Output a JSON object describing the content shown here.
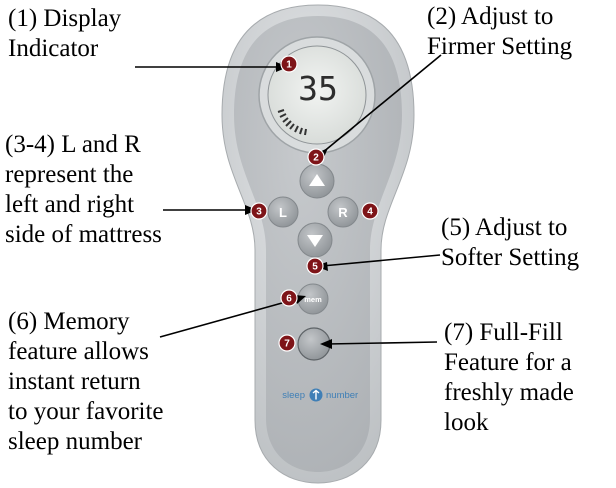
{
  "labels": [
    {
      "id": "1",
      "text": "(1) Display\nIndicator"
    },
    {
      "id": "2",
      "text": "(2) Adjust to\nFirmer Setting"
    },
    {
      "id": "3-4",
      "text": "(3-4) L and R\nrepresent the\nleft and right\nside of mattress"
    },
    {
      "id": "5",
      "text": "(5) Adjust to\nSofter Setting"
    },
    {
      "id": "6",
      "text": "(6) Memory\nfeature allows\ninstant return\nto your favorite\nsleep number"
    },
    {
      "id": "7",
      "text": "(7) Full-Fill\nFeature for a\nfreshly made\nlook"
    }
  ],
  "remote": {
    "display_value": "35",
    "left_button": "L",
    "right_button": "R",
    "memory_button": "mem",
    "brand_left": "sleep",
    "brand_right": "number"
  },
  "badges": [
    "1",
    "2",
    "3",
    "4",
    "5",
    "6",
    "7"
  ],
  "colors": {
    "badge": "#7e1418",
    "remote_outer": "#cfd2d4",
    "remote_inner": "#b4b8bb",
    "button": "#9ea3a7",
    "brand": "#3f7fb6"
  }
}
